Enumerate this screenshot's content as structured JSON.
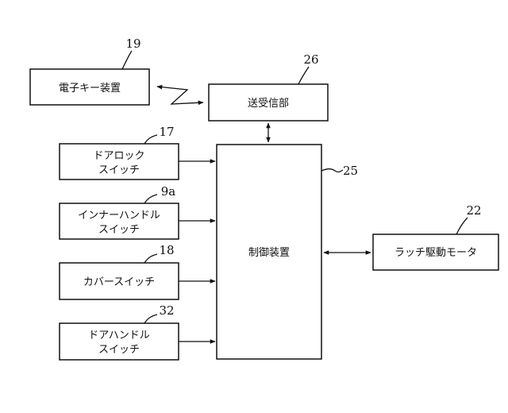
{
  "blocks": {
    "electronic_key": {
      "label": "電子キー装置",
      "ref": "19"
    },
    "transceiver": {
      "label": "送受信部",
      "ref": "26"
    },
    "door_lock_switch": {
      "label_line1": "ドアロック",
      "label_line2": "スイッチ",
      "ref": "17"
    },
    "inner_handle_switch": {
      "label_line1": "インナーハンドル",
      "label_line2": "スイッチ",
      "ref": "9a"
    },
    "cover_switch": {
      "label": "カバースイッチ",
      "ref": "18"
    },
    "door_handle_switch": {
      "label_line1": "ドアハンドル",
      "label_line2": "スイッチ",
      "ref": "32"
    },
    "controller": {
      "label": "制御装置",
      "ref": "25"
    },
    "latch_motor": {
      "label": "ラッチ駆動モータ",
      "ref": "22"
    }
  }
}
